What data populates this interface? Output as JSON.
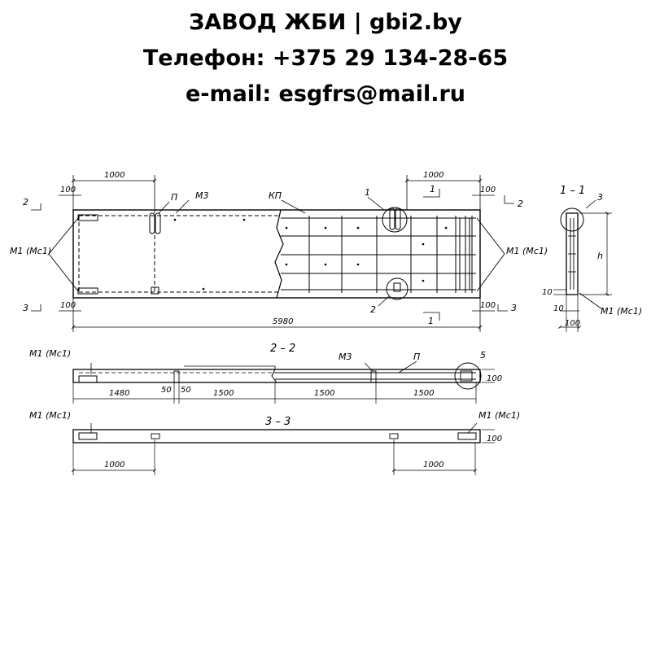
{
  "header": {
    "line1": "ЗАВОД ЖБИ | gbi2.by",
    "line2": "Телефон: +375 29 134-28-65",
    "line3": "e-mail: esgfrs@mail.ru"
  },
  "plan": {
    "dim_top_left": "1000",
    "dim_top_right": "1000",
    "dim_edge_tl": "100",
    "dim_edge_tr": "100",
    "dim_edge_bl": "100",
    "dim_edge_br": "100",
    "dim_total": "5980",
    "label_p": "П",
    "label_m3": "М3",
    "label_kp": "КП",
    "label_m1_left": "М1 (Мс1)",
    "label_m1_right": "М1 (Мс1)",
    "callout_1": "1",
    "callout_2": "2",
    "cut_2_left": "2",
    "cut_2_right": "2",
    "cut_3_left": "3",
    "cut_3_right": "3",
    "cut_1_top": "1",
    "cut_1_bottom": "1"
  },
  "section_1_1": {
    "title": "1 – 1",
    "callout_3": "3",
    "dim_h": "h",
    "dim_10_a": "10",
    "dim_10_b": "10",
    "dim_100": "100",
    "label_m1": "М1 (Мс1)"
  },
  "section_2_2": {
    "title": "2 – 2",
    "label_m1": "М1 (Мс1)",
    "label_m3": "М3",
    "label_p": "П",
    "callout_5": "5",
    "dim_height": "100",
    "dim_1480": "1480",
    "dim_50_a": "50",
    "dim_50_b": "50",
    "dim_1500_a": "1500",
    "dim_1500_b": "1500",
    "dim_1500_c": "1500"
  },
  "section_3_3": {
    "title": "3 – 3",
    "label_m1_left": "М1 (Мс1)",
    "label_m1_right": "М1 (Мс1)",
    "dim_height": "100",
    "dim_left": "1000",
    "dim_right": "1000"
  }
}
